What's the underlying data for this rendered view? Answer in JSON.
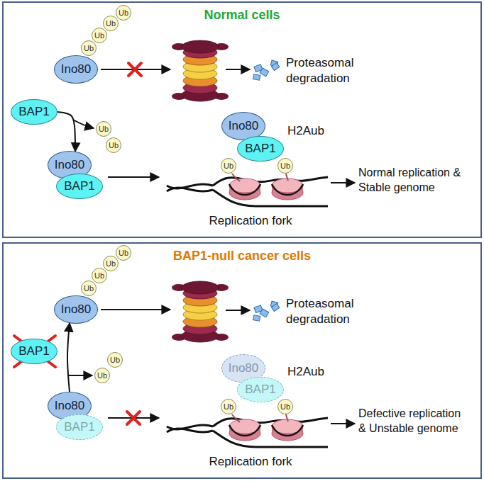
{
  "diagram": {
    "nodes": [
      {
        "text": [
          "Normal cells"
        ]
      },
      {
        "text": [
          "Ino80"
        ],
        "in": 0
      },
      {
        "text": [
          "Ub"
        ],
        "in": 0
      },
      {
        "text": [
          "Ub"
        ],
        "in": 0
      },
      {
        "text": [
          "Ub"
        ],
        "in": 0
      },
      {
        "text": [
          "Ub"
        ],
        "in": 0
      },
      {
        "text": [
          "BAP1"
        ],
        "in": 0
      },
      {
        "text": [
          "Ub"
        ],
        "in": 0
      },
      {
        "text": [
          "Ub"
        ],
        "in": 0
      },
      {
        "text": [
          "Ino80"
        ],
        "in": 0
      },
      {
        "text": [
          "BAP1"
        ],
        "in": 0
      },
      {
        "text": [
          "Ino80"
        ],
        "in": 0
      },
      {
        "text": [
          "BAP1"
        ],
        "in": 0
      },
      {
        "text": [
          "Ub"
        ],
        "in": 0
      },
      {
        "text": [
          "Ub"
        ],
        "in": 0
      },
      {
        "text": [
          "BAP1-null cancer cells"
        ]
      },
      {
        "text": [
          "Ino80"
        ],
        "in": 15
      },
      {
        "text": [
          "Ub"
        ],
        "in": 15
      },
      {
        "text": [
          "Ub"
        ],
        "in": 15
      },
      {
        "text": [
          "Ub"
        ],
        "in": 15
      },
      {
        "text": [
          "Ub"
        ],
        "in": 15
      },
      {
        "text": [
          "BAP1"
        ],
        "in": 15
      },
      {
        "text": [
          "Ub"
        ],
        "in": 15
      },
      {
        "text": [
          "Ub"
        ],
        "in": 15
      },
      {
        "text": [
          "Ino80"
        ],
        "in": 15
      },
      {
        "text": [
          "BAP1"
        ],
        "in": 15
      },
      {
        "text": [
          "Ino80"
        ],
        "in": 15
      },
      {
        "text": [
          "BAP1"
        ],
        "in": 15
      },
      {
        "text": [
          "Ub"
        ],
        "in": 15
      },
      {
        "text": [
          "Ub"
        ],
        "in": 15
      }
    ],
    "edges": [
      {
        "from": 6,
        "to": 9,
        "arrow": "to"
      },
      {
        "from": 24,
        "to": 16,
        "arrow": "to"
      }
    ],
    "labels": [
      "Proteasomal degradation",
      "H2Aub",
      "Normal replication & Stable genome",
      "Replication fork",
      "Proteasomal degradation",
      "H2Aub",
      "Defective replication & Unstable genome",
      "Replication fork"
    ]
  }
}
